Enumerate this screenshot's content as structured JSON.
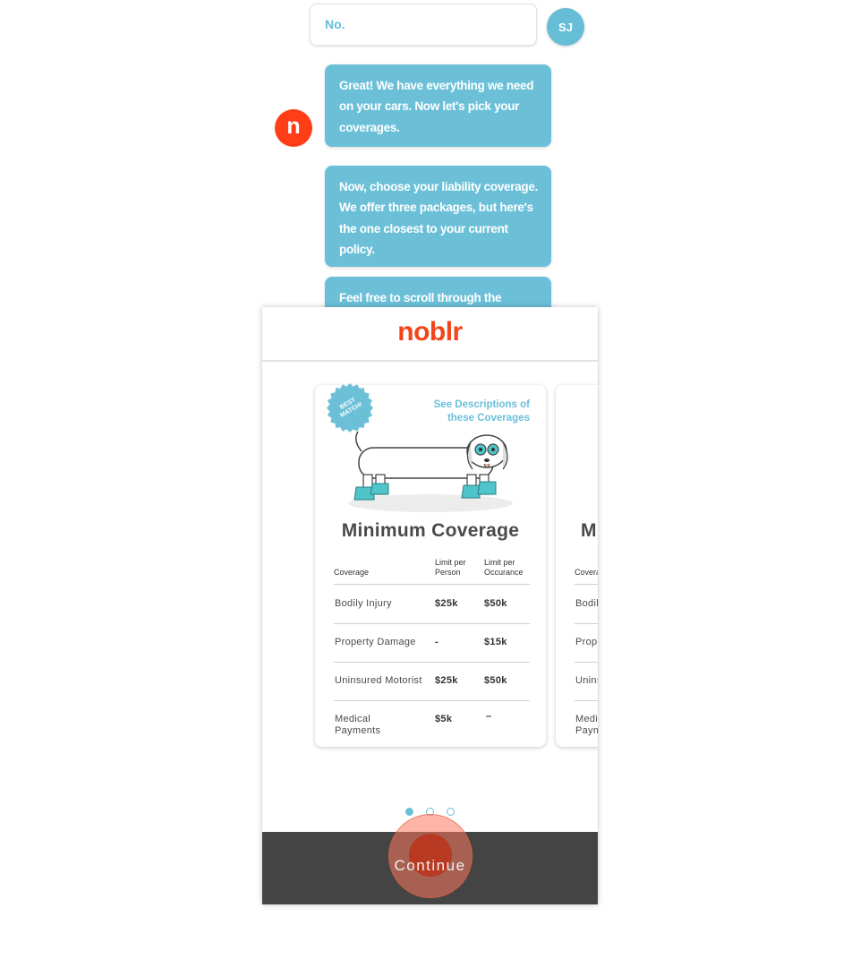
{
  "chat": {
    "user_reply": "No.",
    "user_initials": "SJ",
    "bot_initial": "n",
    "bot_messages": [
      "Great! We have everything we need on your cars. Now let's pick your coverages.",
      "Now, choose your liability coverage. We offer three packages, but here's the one closest to your current policy.",
      "Feel free to scroll through the"
    ]
  },
  "modal": {
    "logo": "noblr",
    "badge_line1": "BEST",
    "badge_line2": "MATCH!",
    "see_descriptions": "See Descriptions of these Coverages",
    "card_title": "Minimum Coverage",
    "next_card_title": "M",
    "table": {
      "headers": [
        "Coverage",
        "Limit per Person",
        "Limit per Occurance"
      ],
      "rows": [
        {
          "coverage": "Bodily Injury",
          "person": "$25k",
          "occurance": "$50k"
        },
        {
          "coverage": "Property Damage",
          "person": "-",
          "occurance": "$15k"
        },
        {
          "coverage": "Uninsured Motorist",
          "person": "$25k",
          "occurance": "$50k"
        },
        {
          "coverage": "Medical Payments",
          "person": "$5k",
          "occurance": "–"
        }
      ]
    },
    "next_card_rows": [
      "Covera",
      "Bodil",
      "Prope",
      "Unins",
      "Medi Paym"
    ],
    "pagination": {
      "current": 1,
      "total": 3
    },
    "continue_label": "Continue"
  },
  "colors": {
    "accent_blue": "#6bc0d8",
    "brand_orange": "#f2451d",
    "footer_dark": "#444444"
  }
}
